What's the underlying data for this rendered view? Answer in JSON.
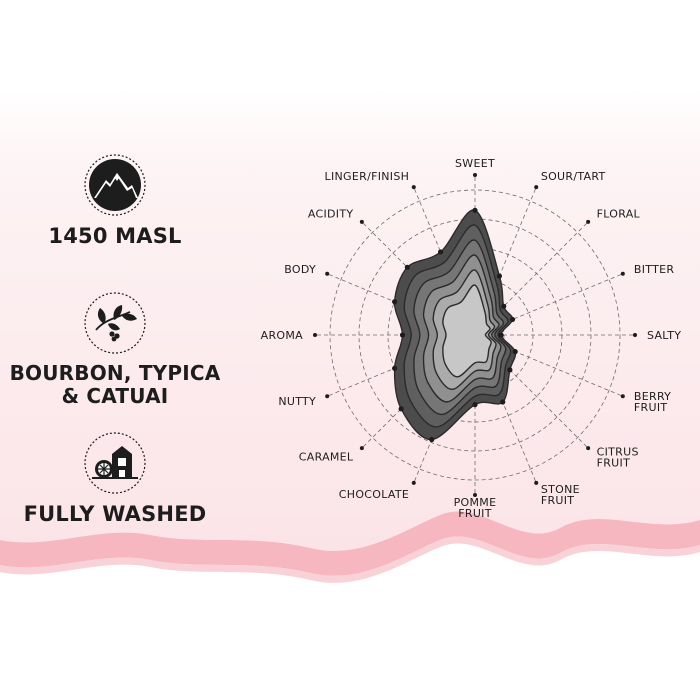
{
  "info": {
    "altitude": {
      "text": "1450 MASL",
      "icon": "mountain-icon"
    },
    "varietal": {
      "line1": "BOURBON, TYPICA",
      "line2": "& CATUAI",
      "icon": "coffee-plant-icon"
    },
    "process": {
      "text": "FULLY WASHED",
      "icon": "washing-station-icon"
    }
  },
  "colors": {
    "pink_light": "#fdeff1",
    "pink_wave": "#f6b7c0",
    "pink_wave_edge": "#f9d2d8",
    "ink": "#1d1d1d",
    "layers": [
      "#4c4c4d",
      "#5f5f60",
      "#767677",
      "#909091",
      "#ababac",
      "#c7c7c8"
    ]
  },
  "chart_data": {
    "type": "radar",
    "title": "",
    "rmax": 5,
    "rings": 5,
    "grid": "dashed",
    "axes": [
      {
        "label": "SWEET",
        "value": 4.3
      },
      {
        "label": "SOUR/TART",
        "value": 2.2
      },
      {
        "label": "FLORAL",
        "value": 1.4
      },
      {
        "label": "BITTER",
        "value": 1.4
      },
      {
        "label": "SALTY",
        "value": 0.9
      },
      {
        "label": "BERRY FRUIT",
        "value": 1.5
      },
      {
        "label": "CITRUS FRUIT",
        "value": 1.7
      },
      {
        "label": "STONE FRUIT",
        "value": 2.5
      },
      {
        "label": "POMME FRUIT",
        "value": 2.4
      },
      {
        "label": "CHOCOLATE",
        "value": 3.9
      },
      {
        "label": "CARAMEL",
        "value": 3.6
      },
      {
        "label": "NUTTY",
        "value": 3.0
      },
      {
        "label": "AROMA",
        "value": 2.5
      },
      {
        "label": "BODY",
        "value": 3.0
      },
      {
        "label": "ACIDITY",
        "value": 3.3
      },
      {
        "label": "LINGER/FINISH",
        "value": 3.1
      }
    ]
  }
}
